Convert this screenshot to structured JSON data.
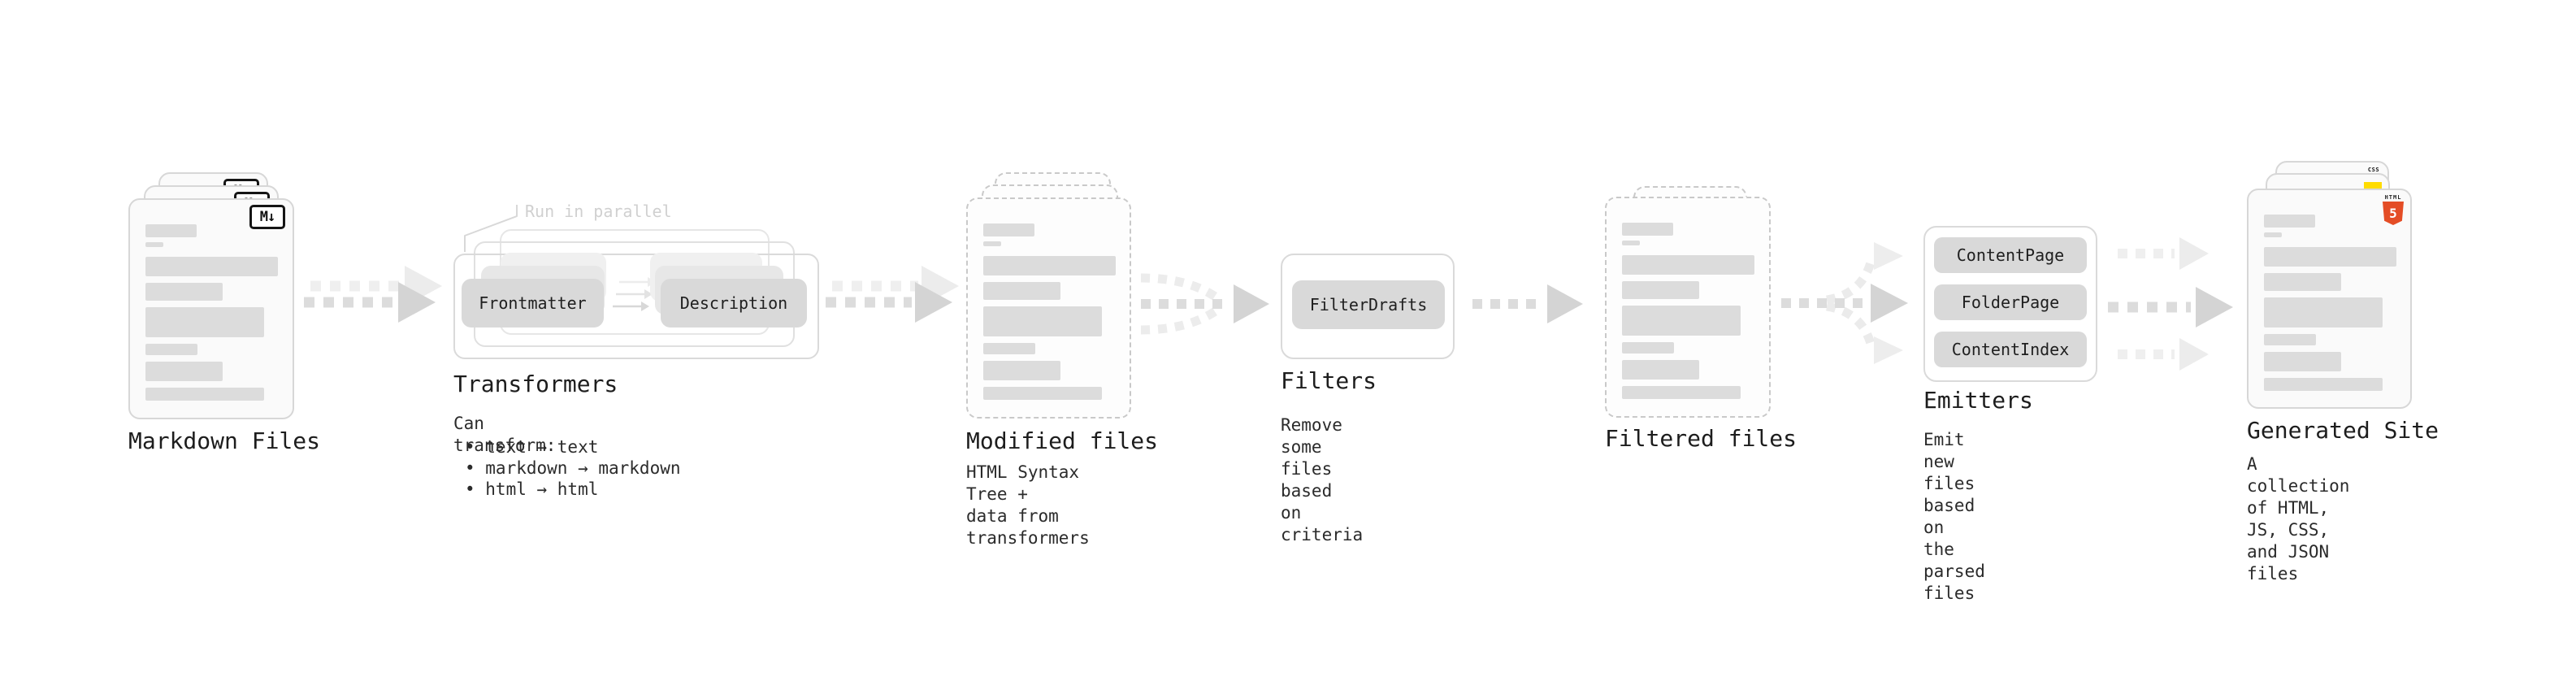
{
  "stages": {
    "markdown": {
      "title": "Markdown Files"
    },
    "transformers": {
      "title": "Transformers",
      "note": "Run in parallel",
      "pill_left": "Frontmatter",
      "pill_right": "Description",
      "body_heading": "Can transform:",
      "bullets": [
        "• text → text",
        "• markdown → markdown",
        "• html → html"
      ]
    },
    "modified": {
      "title": "Modified files",
      "subtitle": "HTML Syntax Tree +\ndata from transformers"
    },
    "filters": {
      "title": "Filters",
      "pill": "FilterDrafts",
      "subtitle": "Remove some files based\non criteria"
    },
    "filtered": {
      "title": "Filtered files"
    },
    "emitters": {
      "title": "Emitters",
      "pills": [
        "ContentPage",
        "FolderPage",
        "ContentIndex"
      ],
      "subtitle": "Emit new files based on\nthe parsed files"
    },
    "generated": {
      "title": "Generated Site",
      "subtitle": "A collection of HTML,\nJS, CSS, and JSON files"
    }
  },
  "badges": {
    "markdown": "M↓",
    "html5_word": "HTML",
    "html5_number": "5",
    "css_word": "CSS"
  },
  "colors": {
    "html5_orange": "#e44d26",
    "js_yellow": "#ffdc00",
    "css_blue": "#2d6ce6",
    "arrow_gray": "#dcdcdc",
    "arrow_head_gray": "#d4d4d4",
    "ghost_gray": "#efefef",
    "note_gray": "#d0d0d0"
  }
}
